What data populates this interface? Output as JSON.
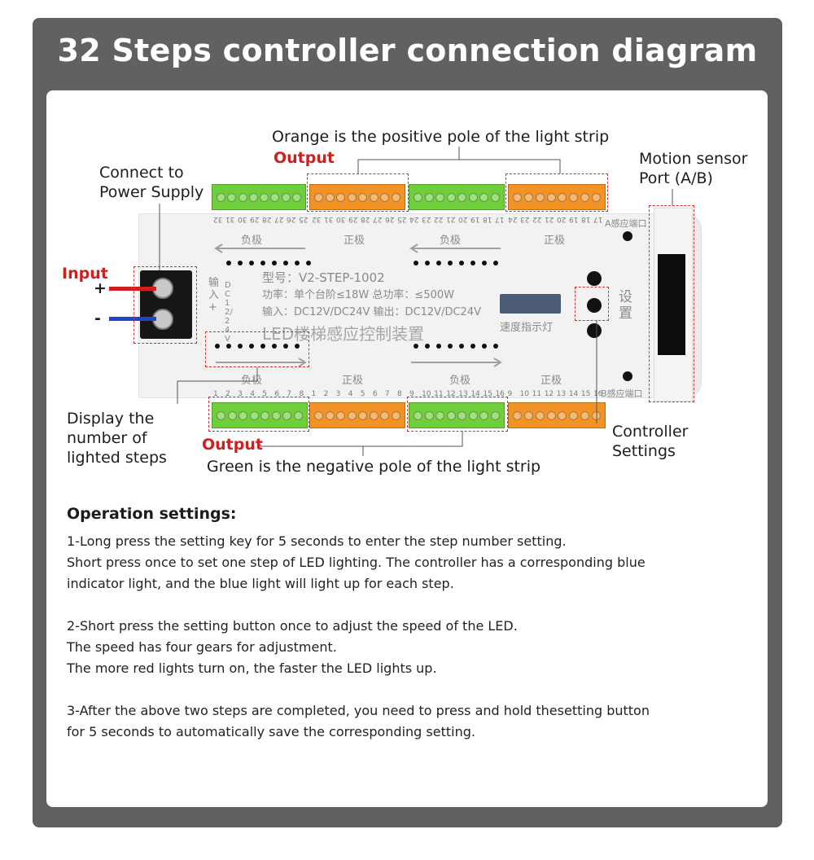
{
  "title": "32 Steps controller connection diagram",
  "diagram": {
    "orange_note": "Orange is the positive pole of the light strip",
    "output_top": "Output",
    "power_label_line1": "Connect to",
    "power_label_line2": "Power Supply",
    "input_label": "Input",
    "plus_sign": "+",
    "minus_sign": "-",
    "motion_line1": "Motion sensor",
    "motion_line2": "Port (A/B)",
    "display_line1": "Display the",
    "display_line2": "number of",
    "display_line3": "lighted steps",
    "controller_line1": "Controller",
    "controller_line2": "Settings",
    "output_bottom": "Output",
    "green_note": "Green is the negative pole of the light strip",
    "board": {
      "model": "型号：V2-STEP-1002",
      "power": "功率：单个台阶≤18W 总功率：≤500W",
      "input": "输入：DC12V/DC24V  输出：DC12V/DC24V",
      "name": "LED楼梯感应控制装置",
      "speed_indicator": "速度指示灯",
      "setting": "设置",
      "input_vertical": "输入+",
      "voltage_vertical": "DC12/24V",
      "port_a": "A感应端口",
      "port_b": "B感应端口",
      "neg_pole": "负极",
      "pos_pole": "正极",
      "top_numbers": [
        "32",
        "31",
        "30",
        "29",
        "28",
        "27",
        "26",
        "25",
        "32",
        "31",
        "30",
        "29",
        "28",
        "27",
        "26",
        "25",
        "24",
        "23",
        "22",
        "21",
        "20",
        "19",
        "18",
        "17",
        "24",
        "23",
        "22",
        "21",
        "20",
        "19",
        "18",
        "17"
      ],
      "bottom_numbers": [
        "1",
        "2",
        "3",
        "4",
        "5",
        "6",
        "7",
        "8",
        "1",
        "2",
        "3",
        "4",
        "5",
        "6",
        "7",
        "8",
        "9",
        "10",
        "11",
        "12",
        "13",
        "14",
        "15",
        "16",
        "9",
        "10",
        "11",
        "12",
        "13",
        "14",
        "15",
        "16"
      ]
    }
  },
  "operation": {
    "heading": "Operation settings:",
    "p1": [
      "1-Long press the setting key for 5 seconds to enter the step number setting.",
      "Short press once to set one step of LED lighting. The controller has a corresponding blue",
      "indicator light, and the blue light will light up for each step."
    ],
    "p2": [
      "2-Short press the setting button once to adjust the speed of the LED.",
      "The speed has four gears for adjustment.",
      "The more red lights turn on, the faster the LED lights up."
    ],
    "p3": [
      "3-After the above two steps are completed, you need to press and hold thesetting button",
      "for 5 seconds to automatically save the corresponding setting."
    ]
  },
  "colors": {
    "frame": "#616161",
    "accent_red": "#d01f1f",
    "terminal_green": "#6fcf3a",
    "terminal_orange": "#f39326",
    "wire_blue": "#1f45c8"
  }
}
